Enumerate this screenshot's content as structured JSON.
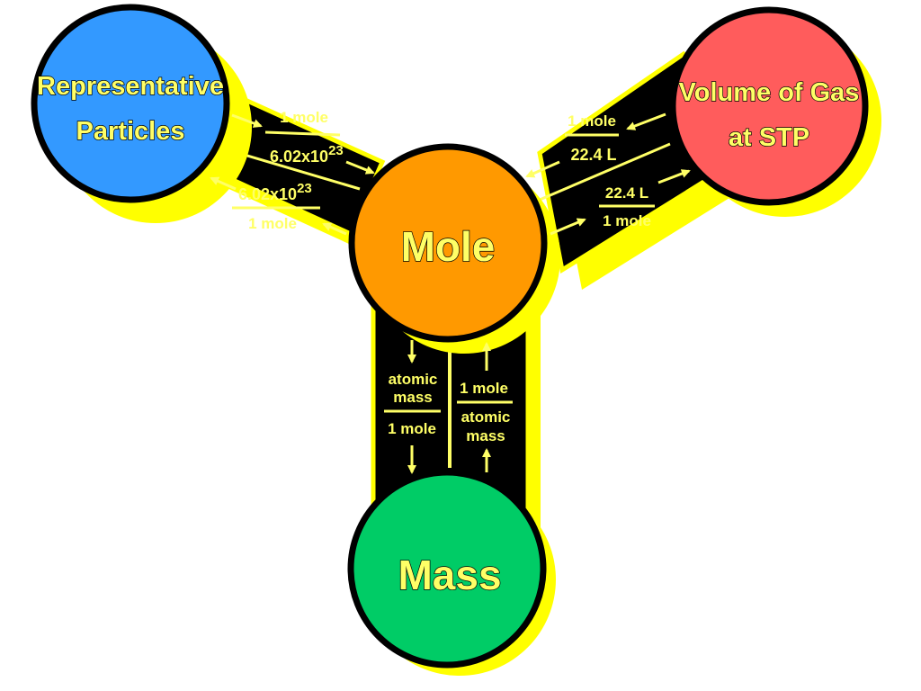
{
  "nodes": {
    "representative": {
      "line1": "Representative",
      "line2": "Particles",
      "color": "#3399ff"
    },
    "volume": {
      "line1": "Volume of Gas",
      "line2": "at STP",
      "color": "#ff5c5c"
    },
    "mole": {
      "label": "Mole",
      "color": "#ff9900"
    },
    "mass": {
      "label": "Mass",
      "color": "#00cc66"
    }
  },
  "conversions": {
    "to_mole_from_particles": {
      "numerator": "1 mole",
      "denominator_base": "6.02x10",
      "denominator_exp": "23"
    },
    "to_particles_from_mole": {
      "numerator_base": "6.02x10",
      "numerator_exp": "23",
      "denominator": "1 mole"
    },
    "to_mole_from_volume": {
      "numerator": "1 mole",
      "denominator": "22.4 L"
    },
    "to_volume_from_mole": {
      "numerator": "22.4 L",
      "denominator": "1 mole"
    },
    "to_mass_from_mole": {
      "numerator_line1": "atomic",
      "numerator_line2": "mass",
      "denominator": "1 mole"
    },
    "to_mole_from_mass": {
      "numerator": "1 mole",
      "denominator_line1": "atomic",
      "denominator_line2": "mass"
    }
  },
  "colors": {
    "arm_fill": "#000000",
    "arm_border": "#ffff00",
    "label_text": "#ffff66"
  }
}
